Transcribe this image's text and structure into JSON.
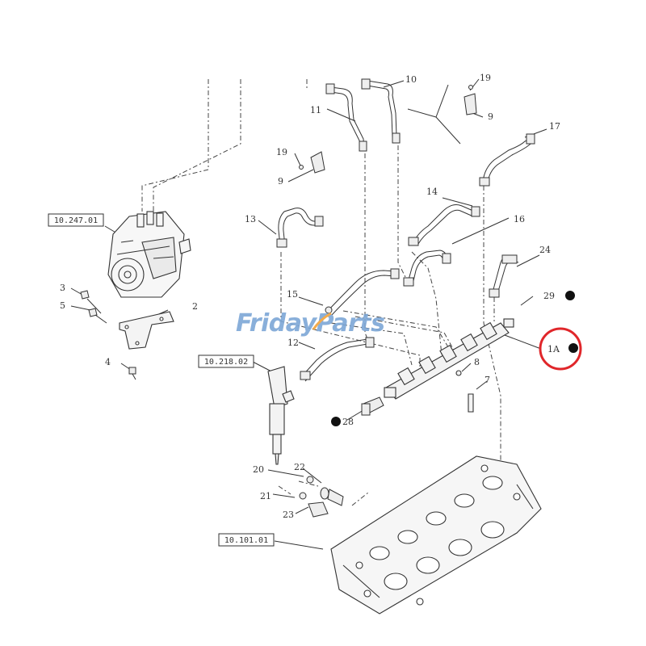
{
  "watermark": {
    "word1": "Friday",
    "word2": "Parts",
    "color": "#7da7d6",
    "accent": "#f2a33a"
  },
  "colors": {
    "line": "#333333",
    "highlight": "#e0262a",
    "marker": "#111111"
  },
  "refs": {
    "pump": "10.247.01",
    "injector": "10.218.02",
    "head": "10.101.01"
  },
  "callouts": {
    "c1A": "1A",
    "c2": "2",
    "c3": "3",
    "c4": "4",
    "c5": "5",
    "c7": "7",
    "c8": "8",
    "c9a": "9",
    "c9b": "9",
    "c10": "10",
    "c11": "11",
    "c12": "12",
    "c13": "13",
    "c14": "14",
    "c15": "15",
    "c16": "16",
    "c17": "17",
    "c19a": "19",
    "c19b": "19",
    "c20": "20",
    "c21": "21",
    "c22": "22",
    "c23": "23",
    "c24": "24",
    "c28": "28",
    "c29": "29"
  }
}
